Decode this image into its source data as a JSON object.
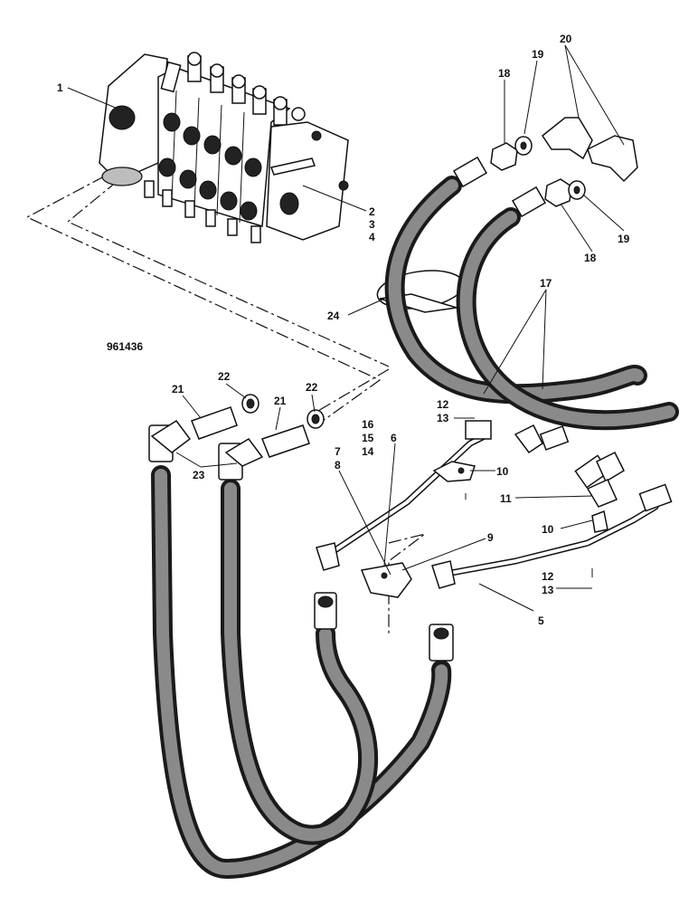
{
  "drawing_number": "961436",
  "labels": {
    "l1": "1",
    "l2": "2",
    "l3": "3",
    "l4": "4",
    "l5": "5",
    "l6": "6",
    "l7": "7",
    "l8": "8",
    "l9": "9",
    "l10a": "10",
    "l10b": "10",
    "l11": "11",
    "l12a": "12",
    "l13a": "13",
    "l12b": "12",
    "l13b": "13",
    "l14": "14",
    "l15": "15",
    "l16": "16",
    "l17": "17",
    "l18a": "18",
    "l18b": "18",
    "l19a": "19",
    "l19b": "19",
    "l20": "20",
    "l21a": "21",
    "l21b": "21",
    "l22a": "22",
    "l22b": "22",
    "l23": "23",
    "l24": "24"
  },
  "colors": {
    "ink": "#111111",
    "paper": "#ffffff",
    "hose_texture": "#8a8a8a"
  }
}
